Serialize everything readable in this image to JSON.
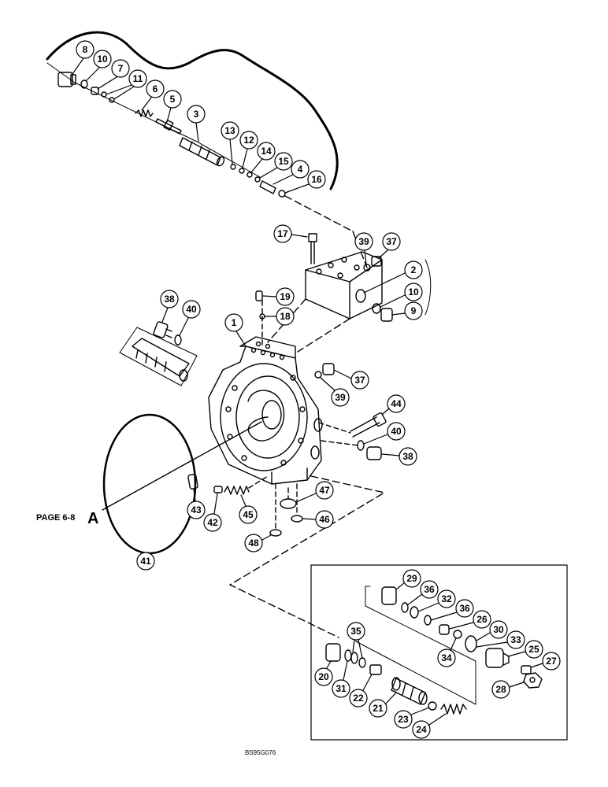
{
  "figure_code": "BS95G076",
  "page_reference": {
    "label": "PAGE 6-8",
    "letter": "A"
  },
  "callouts": {
    "c1": "1",
    "c2": "2",
    "c3": "3",
    "c4": "4",
    "c5": "5",
    "c6": "6",
    "c7": "7",
    "c8": "8",
    "c9": "9",
    "c10a": "10",
    "c10b": "10",
    "c11": "11",
    "c12": "12",
    "c13": "13",
    "c14": "14",
    "c15": "15",
    "c16": "16",
    "c17": "17",
    "c18": "18",
    "c19": "19",
    "c20": "20",
    "c21": "21",
    "c22": "22",
    "c23": "23",
    "c24": "24",
    "c25": "25",
    "c26": "26",
    "c27": "27",
    "c28": "28",
    "c29": "29",
    "c30": "30",
    "c31": "31",
    "c32": "32",
    "c33": "33",
    "c34": "34",
    "c35": "35",
    "c36a": "36",
    "c36b": "36",
    "c37a": "37",
    "c37b": "37",
    "c38a": "38",
    "c38b": "38",
    "c39a": "39",
    "c39b": "39",
    "c40a": "40",
    "c40b": "40",
    "c41": "41",
    "c42": "42",
    "c43": "43",
    "c44": "44",
    "c45": "45",
    "c46": "46",
    "c47": "47",
    "c48": "48"
  }
}
